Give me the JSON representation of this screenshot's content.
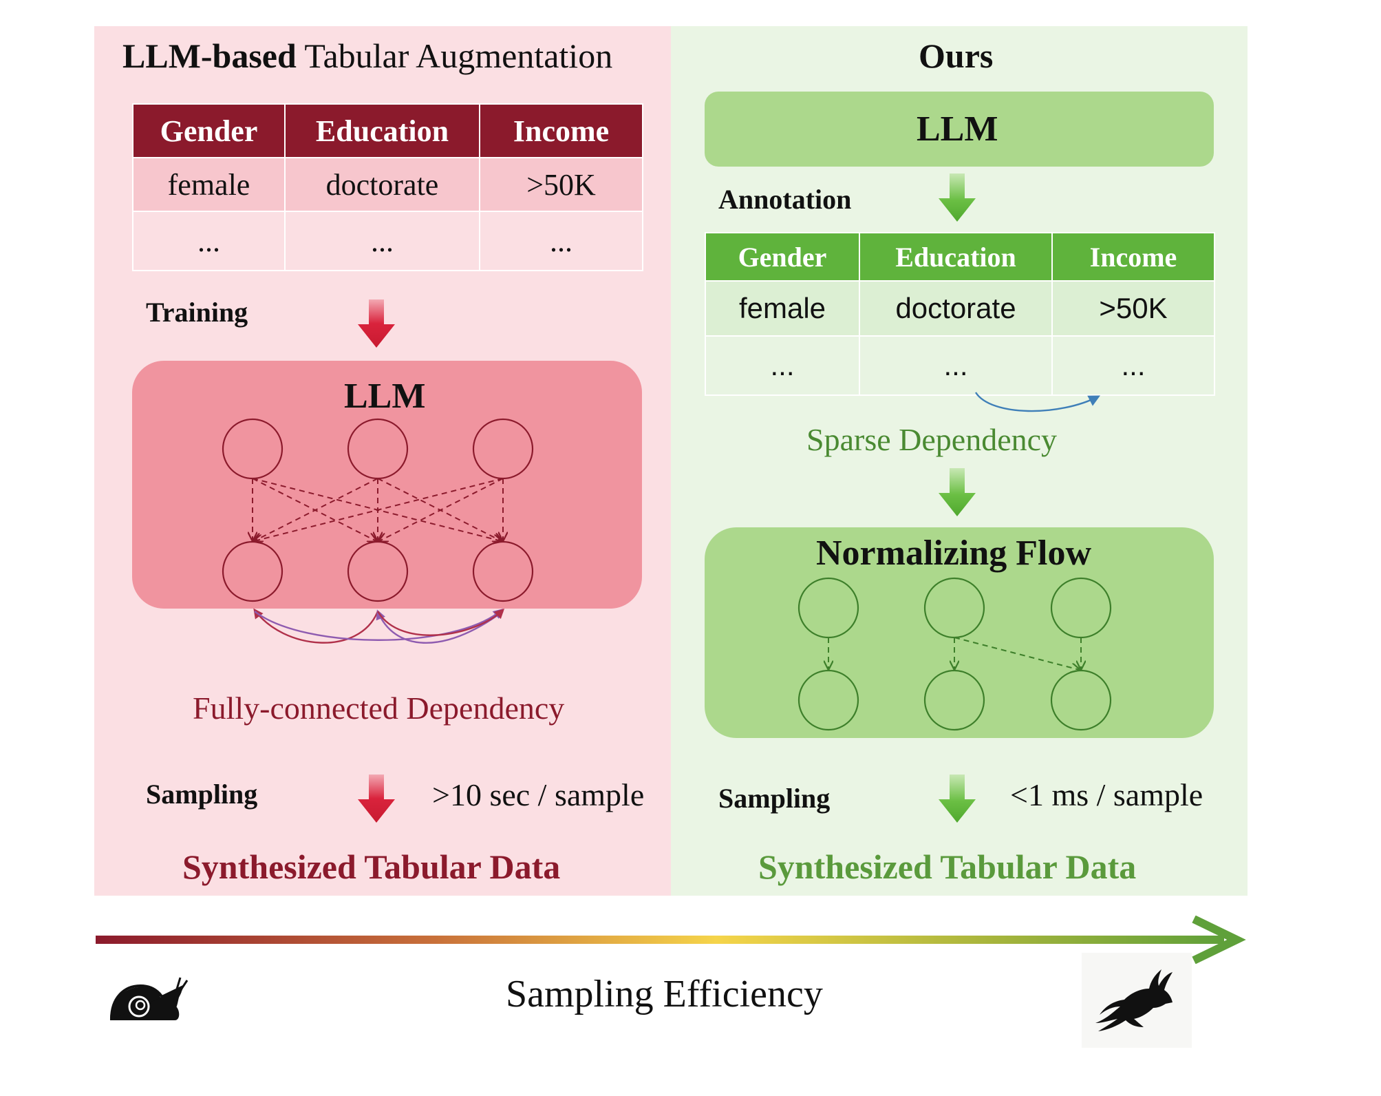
{
  "left": {
    "title_bold": "LLM-based",
    "title_rest": " Tabular Augmentation",
    "table": {
      "headers": [
        "Gender",
        "Education",
        "Income"
      ],
      "row1": [
        "female",
        "doctorate",
        ">50K"
      ],
      "row2": [
        "...",
        "...",
        "..."
      ]
    },
    "training_label": "Training",
    "model_label": "LLM",
    "dependency_label": "Fully-connected Dependency",
    "sampling_label": "Sampling",
    "speed_label": ">10 sec / sample",
    "output_label": "Synthesized Tabular Data"
  },
  "right": {
    "title": "Ours",
    "model_label": "LLM",
    "annotation_label": "Annotation",
    "table": {
      "headers": [
        "Gender",
        "Education",
        "Income"
      ],
      "row1": [
        "female",
        "doctorate",
        ">50K"
      ],
      "row2": [
        "...",
        "...",
        "..."
      ]
    },
    "dependency_label": "Sparse Dependency",
    "flow_label": "Normalizing Flow",
    "sampling_label": "Sampling",
    "speed_label": "<1 ms / sample",
    "output_label": "Synthesized Tabular Data"
  },
  "efficiency_label": "Sampling Efficiency",
  "colors": {
    "left_accent": "#8b1a2c",
    "right_accent": "#5fb33c",
    "left_panel": "#fbdfe3",
    "right_panel": "#eaf5e4"
  },
  "icons": {
    "slow": "snail-icon",
    "fast": "rabbit-icon"
  }
}
